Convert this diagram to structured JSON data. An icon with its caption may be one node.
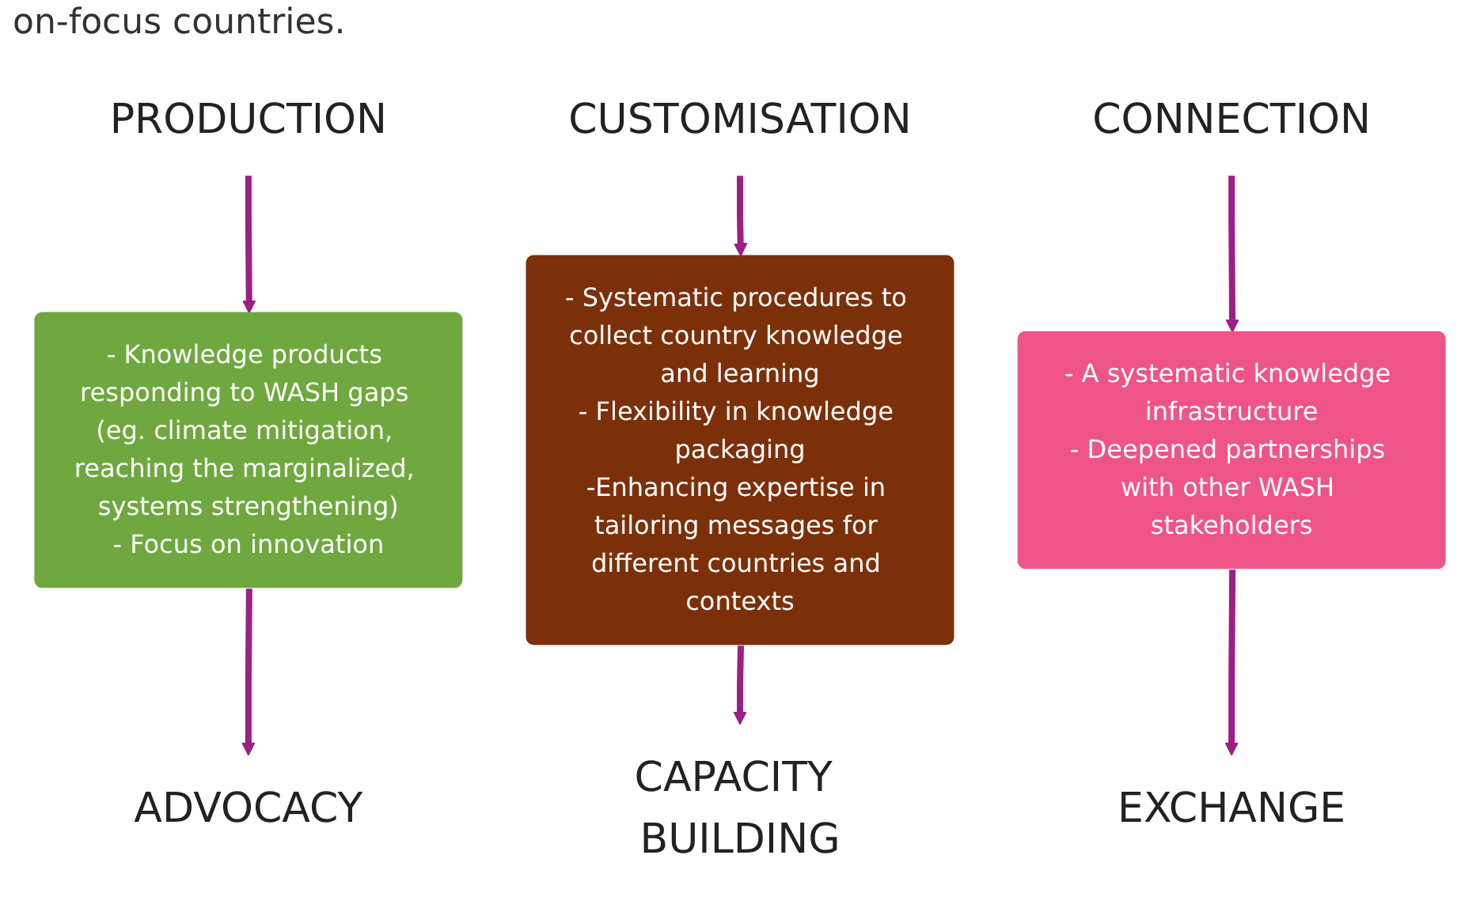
{
  "diagram": {
    "nodes": [
      {
        "text": [
          "PRODUCTION"
        ]
      },
      {
        "text": [
          "CUSTOMISATION"
        ]
      },
      {
        "text": [
          "CONNECTION"
        ]
      },
      {
        "text": [
          "- Knowledge products responding to WASH gaps (eg. climate mitigation, reaching the marginalized, systems strengthening)",
          "- Focus on innovation"
        ]
      },
      {
        "text": [
          "- Systematic procedures to collect country knowledge and learning",
          "- Flexibility in knowledge packaging",
          "-Enhancing expertise in tailoring messages for different countries and contexts"
        ]
      },
      {
        "text": [
          "- A systematic knowledge infrastructure",
          "- Deepened partnerships with other WASH stakeholders"
        ]
      },
      {
        "text": [
          "ADVOCACY"
        ]
      },
      {
        "text": [
          "CAPACITY BUILDING"
        ]
      },
      {
        "text": [
          "EXCHANGE"
        ]
      }
    ],
    "edges": [
      {
        "from": 0,
        "to": 3,
        "arrow": "to"
      },
      {
        "from": 1,
        "to": 4,
        "arrow": "to"
      },
      {
        "from": 2,
        "to": 5,
        "arrow": "to"
      },
      {
        "from": 3,
        "to": 6,
        "arrow": "to"
      },
      {
        "from": 4,
        "to": 7,
        "arrow": "to"
      },
      {
        "from": 5,
        "to": 8,
        "arrow": "to"
      }
    ],
    "labels": [
      "on-focus countries."
    ]
  }
}
